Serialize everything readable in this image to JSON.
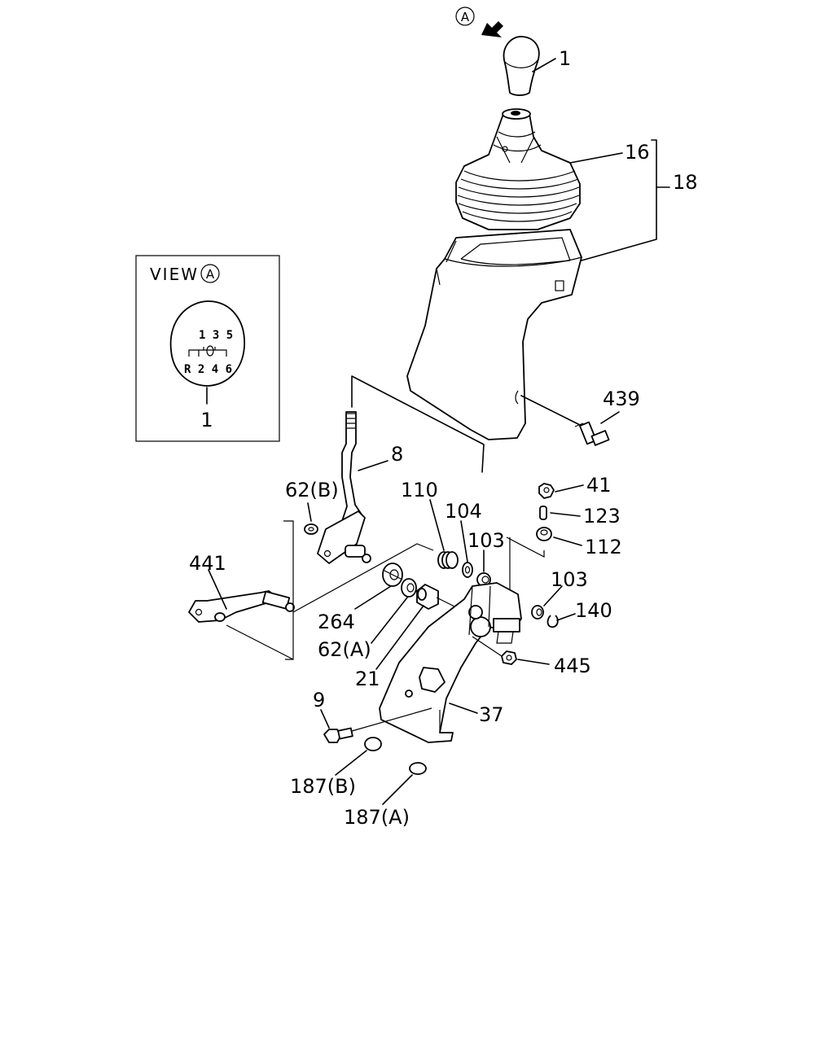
{
  "view_marker": "A",
  "view_box": {
    "title": "VIEW",
    "marker": "A",
    "part_label": "1"
  },
  "shift_pattern": {
    "top": "1 3 5",
    "bottom": "R 2 4 6"
  },
  "labels": {
    "p1": "1",
    "p16": "16",
    "p18": "18",
    "p439": "439",
    "p8": "8",
    "p62b": "62(B)",
    "p110": "110",
    "p104": "104",
    "p103a": "103",
    "p41": "41",
    "p123": "123",
    "p112": "112",
    "p441": "441",
    "p103b": "103",
    "p140": "140",
    "p264": "264",
    "p62a": "62(A)",
    "p445": "445",
    "p21": "21",
    "p37": "37",
    "p9": "9",
    "p187b": "187(B)",
    "p187a": "187(A)"
  }
}
